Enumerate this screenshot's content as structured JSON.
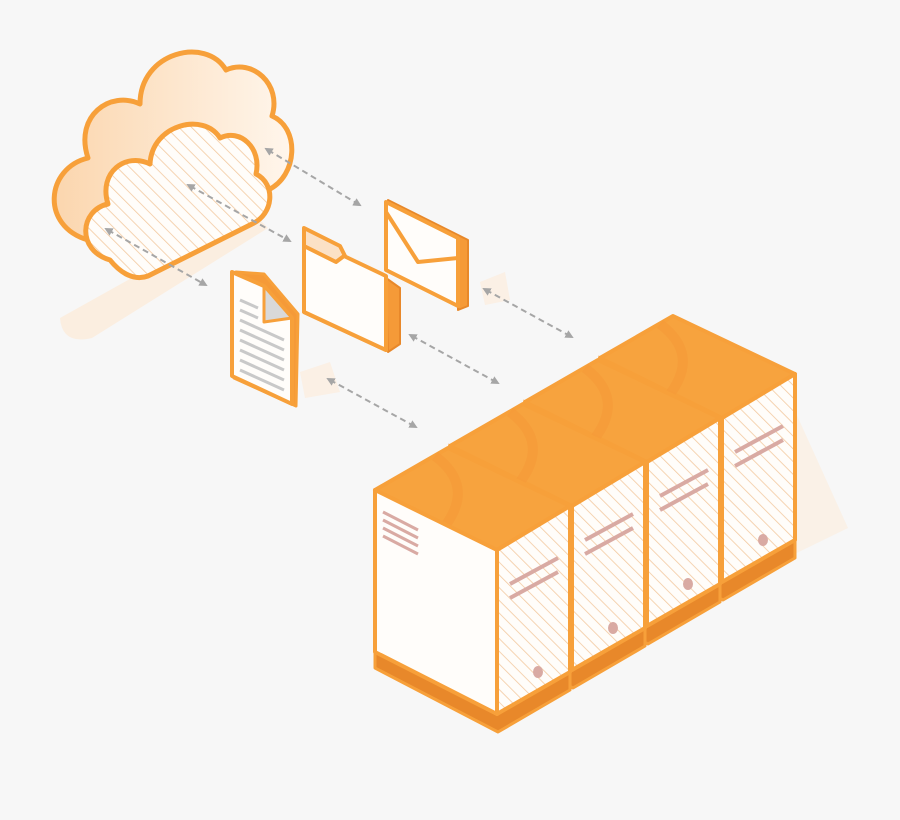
{
  "palette": {
    "background": "#f7f7f7",
    "orange_outline": "#f7a03a",
    "orange_top": "#f7a33e",
    "orange_side": "#f59a38",
    "orange_dark": "#e8882a",
    "face_light": "#fffdfa",
    "hatch": "#f3c9a0",
    "shadow": "#fbeee0",
    "server_detail": "#d9aaa3",
    "doc_lines": "#c9c9c9",
    "connector": "#a6a6a6"
  },
  "illustration": {
    "cloud": {
      "icon": "cloud-icon"
    },
    "items": [
      {
        "id": "document",
        "icon": "document-icon"
      },
      {
        "id": "folder",
        "icon": "folder-icon"
      },
      {
        "id": "envelope",
        "icon": "envelope-icon"
      }
    ],
    "servers": {
      "count": 4,
      "icon": "server-tower-icon"
    },
    "connectors": {
      "style": "dashed",
      "arrowheads": "both",
      "count": 6
    }
  }
}
